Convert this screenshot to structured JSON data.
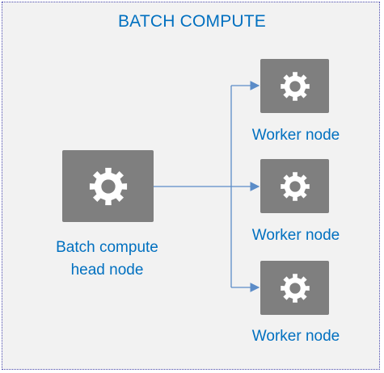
{
  "diagram": {
    "title": "BATCH COMPUTE",
    "head_node": {
      "label_line1": "Batch compute",
      "label_line2": "head node",
      "icon": "gear-icon"
    },
    "worker_nodes": [
      {
        "label": "Worker node",
        "icon": "gear-icon"
      },
      {
        "label": "Worker node",
        "icon": "gear-icon"
      },
      {
        "label": "Worker node",
        "icon": "gear-icon"
      }
    ]
  },
  "colors": {
    "text_blue": "#0070c0",
    "node_gray": "#7f7f7f",
    "gear_white": "#ffffff",
    "connector": "#5b8cc8",
    "background": "#f2f2f2",
    "border": "#4b4bb0"
  }
}
